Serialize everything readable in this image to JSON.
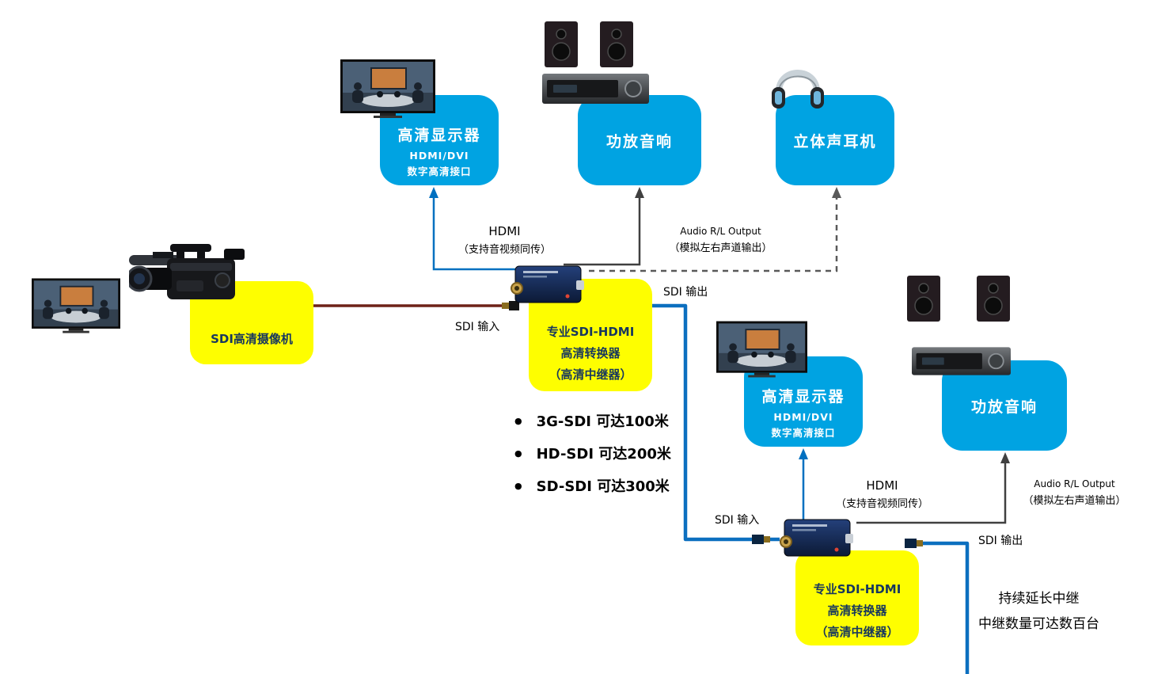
{
  "colors": {
    "device_box_blue": "#00A3E2",
    "device_box_yellow": "#FFFF00",
    "navy_text": "#17375E",
    "blue_wire": "#0070C0",
    "dark_wire": "#404040",
    "dashed_wire": "#595959",
    "red_cable": "#6E2218"
  },
  "nodes": {
    "display_top": {
      "title": "高清显示器",
      "sub1": "HDMI/DVI",
      "sub2": "数字高清接口"
    },
    "amp_top": {
      "title": "功放音响"
    },
    "headphones_top": {
      "title": "立体声耳机"
    },
    "camera": {
      "title": "SDI高清摄像机"
    },
    "converter_main": {
      "line1": "专业SDI-HDMI",
      "line2": "高清转换器",
      "line3": "（高清中继器）"
    },
    "display_right": {
      "title": "高清显示器",
      "sub1": "HDMI/DVI",
      "sub2": "数字高清接口"
    },
    "amp_right": {
      "title": "功放音响"
    },
    "converter_relay": {
      "line1": "专业SDI-HDMI",
      "line2": "高清转换器",
      "line3": "（高清中继器）"
    }
  },
  "labels": {
    "hdmi_top_en": "HDMI",
    "hdmi_top_zh": "（支持音视频同传）",
    "audio_top_en": "Audio R/L Output",
    "audio_top_zh": "（模拟左右声道输出）",
    "sdi_out_top": "SDI 输出",
    "sdi_in_top": "SDI 输入",
    "hdmi_bottom_en": "HDMI",
    "hdmi_bottom_zh": "（支持音视频同传）",
    "audio_bottom_en": "Audio R/L Output",
    "audio_bottom_zh": "（模拟左右声道输出）",
    "sdi_in_bottom": "SDI 输入",
    "sdi_out_bottom": "SDI 输出",
    "relay_line1": "持续延长中继",
    "relay_line2": "中继数量可达数百台"
  },
  "bullets": [
    "3G-SDI  可达100米",
    "HD-SDI  可达200米",
    "SD-SDI  可达300米"
  ]
}
